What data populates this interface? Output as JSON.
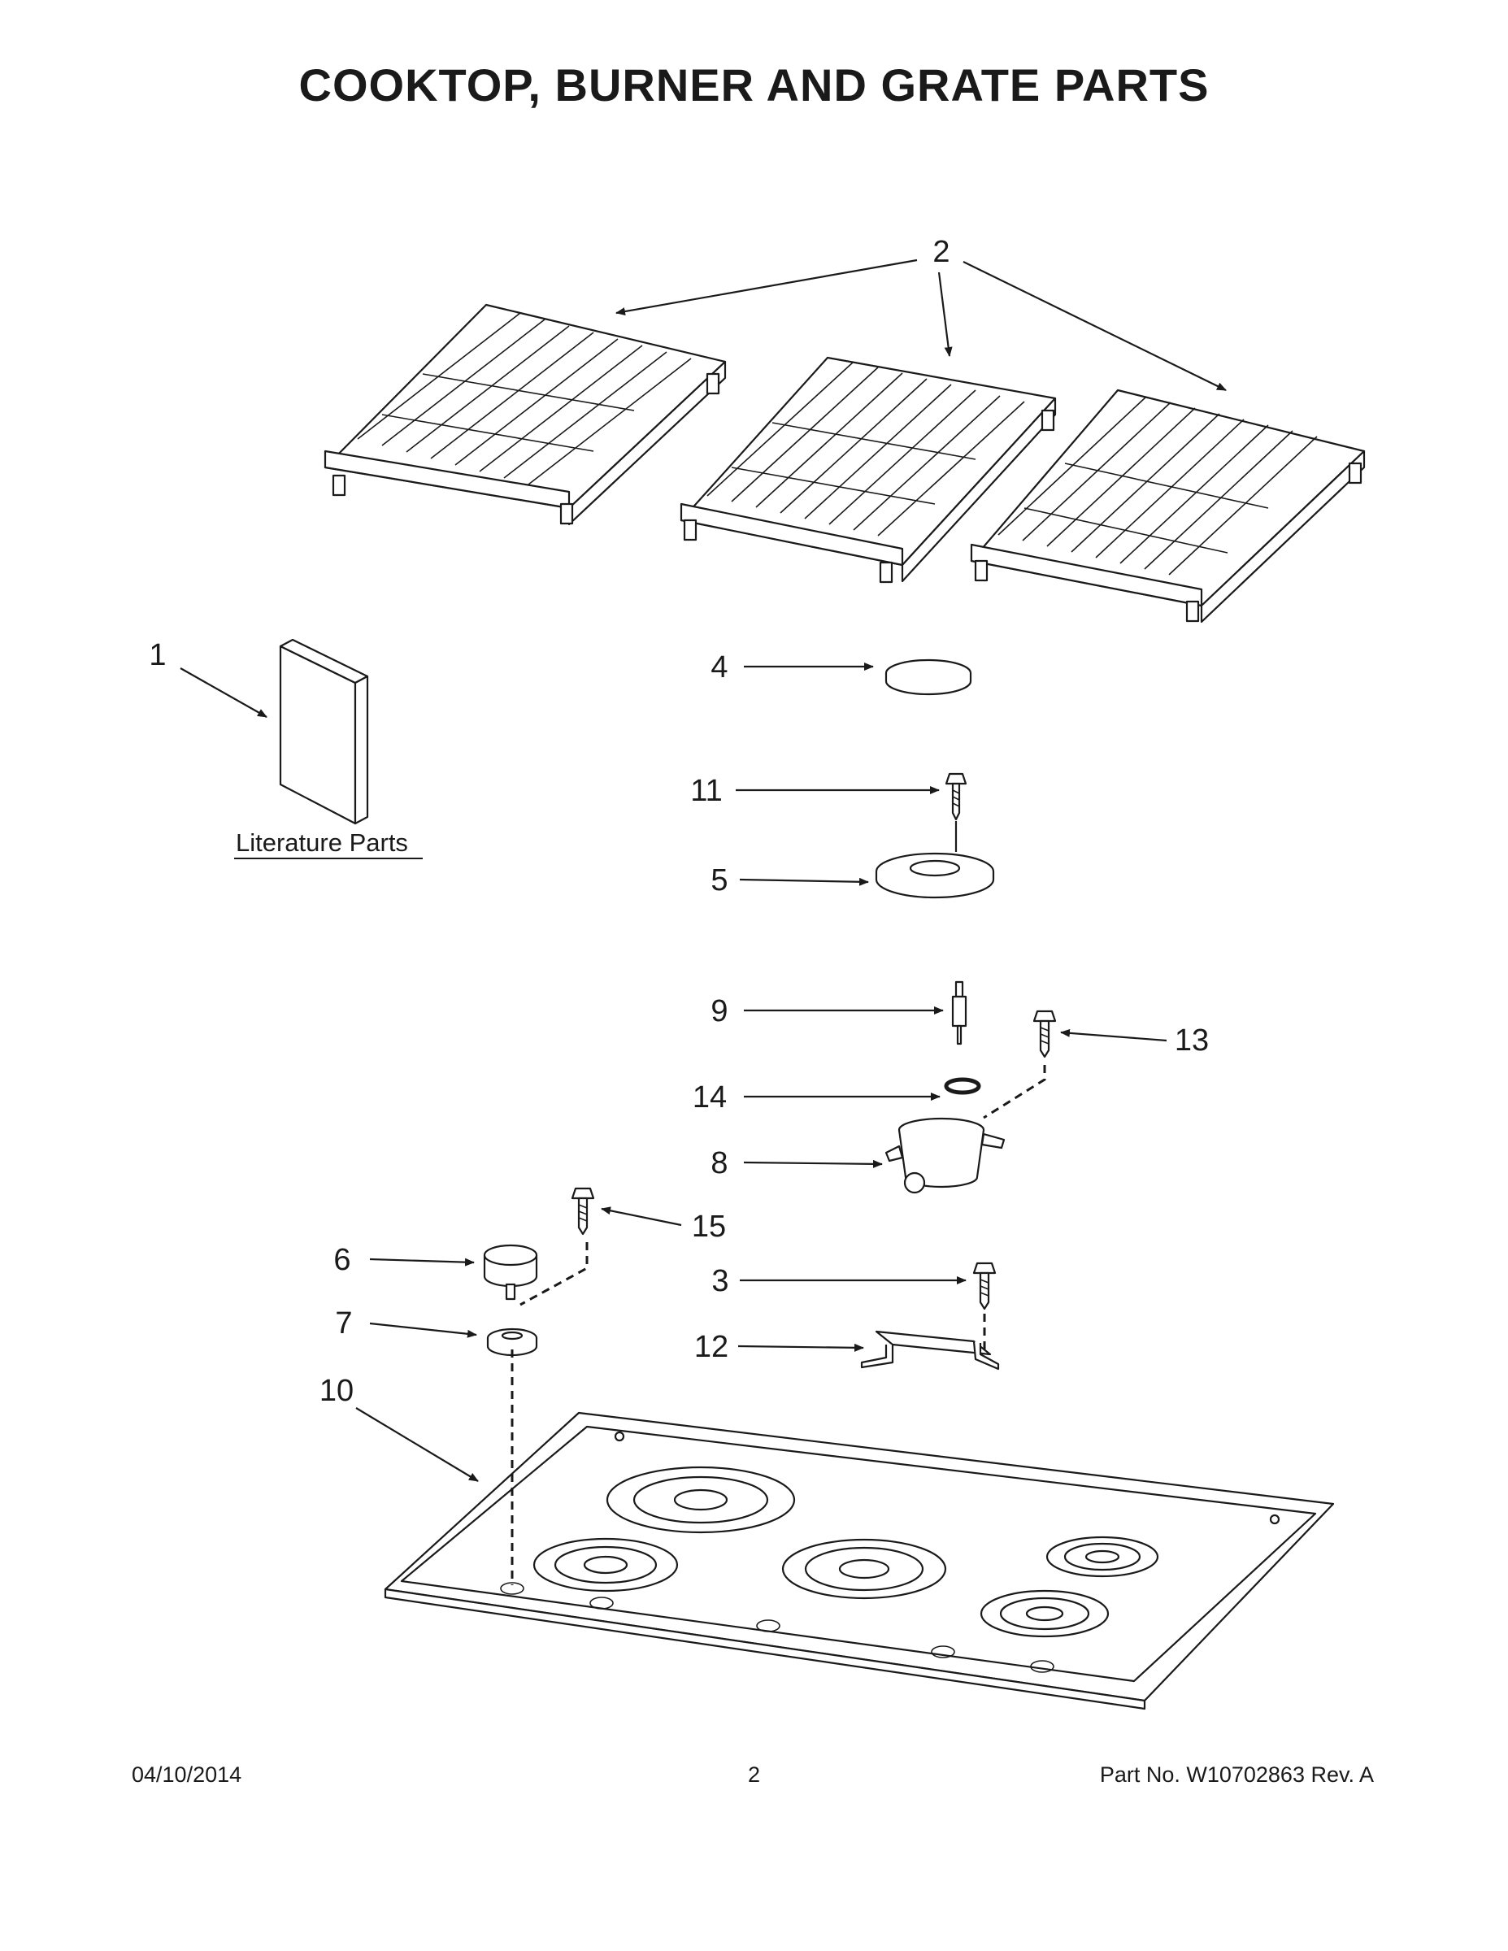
{
  "page": {
    "title": "COOKTOP, BURNER AND GRATE PARTS",
    "literature_label": "Literature Parts"
  },
  "callouts": [
    {
      "id": "c1",
      "label": "1"
    },
    {
      "id": "c2",
      "label": "2"
    },
    {
      "id": "c3",
      "label": "3"
    },
    {
      "id": "c4",
      "label": "4"
    },
    {
      "id": "c5",
      "label": "5"
    },
    {
      "id": "c6",
      "label": "6"
    },
    {
      "id": "c7",
      "label": "7"
    },
    {
      "id": "c8",
      "label": "8"
    },
    {
      "id": "c9",
      "label": "9"
    },
    {
      "id": "c10",
      "label": "10"
    },
    {
      "id": "c11",
      "label": "11"
    },
    {
      "id": "c12",
      "label": "12"
    },
    {
      "id": "c13",
      "label": "13"
    },
    {
      "id": "c14",
      "label": "14"
    },
    {
      "id": "c15",
      "label": "15"
    }
  ],
  "footer": {
    "date": "04/10/2014",
    "page_number": "2",
    "part_info": "Part No.  W10702863  Rev.  A"
  }
}
